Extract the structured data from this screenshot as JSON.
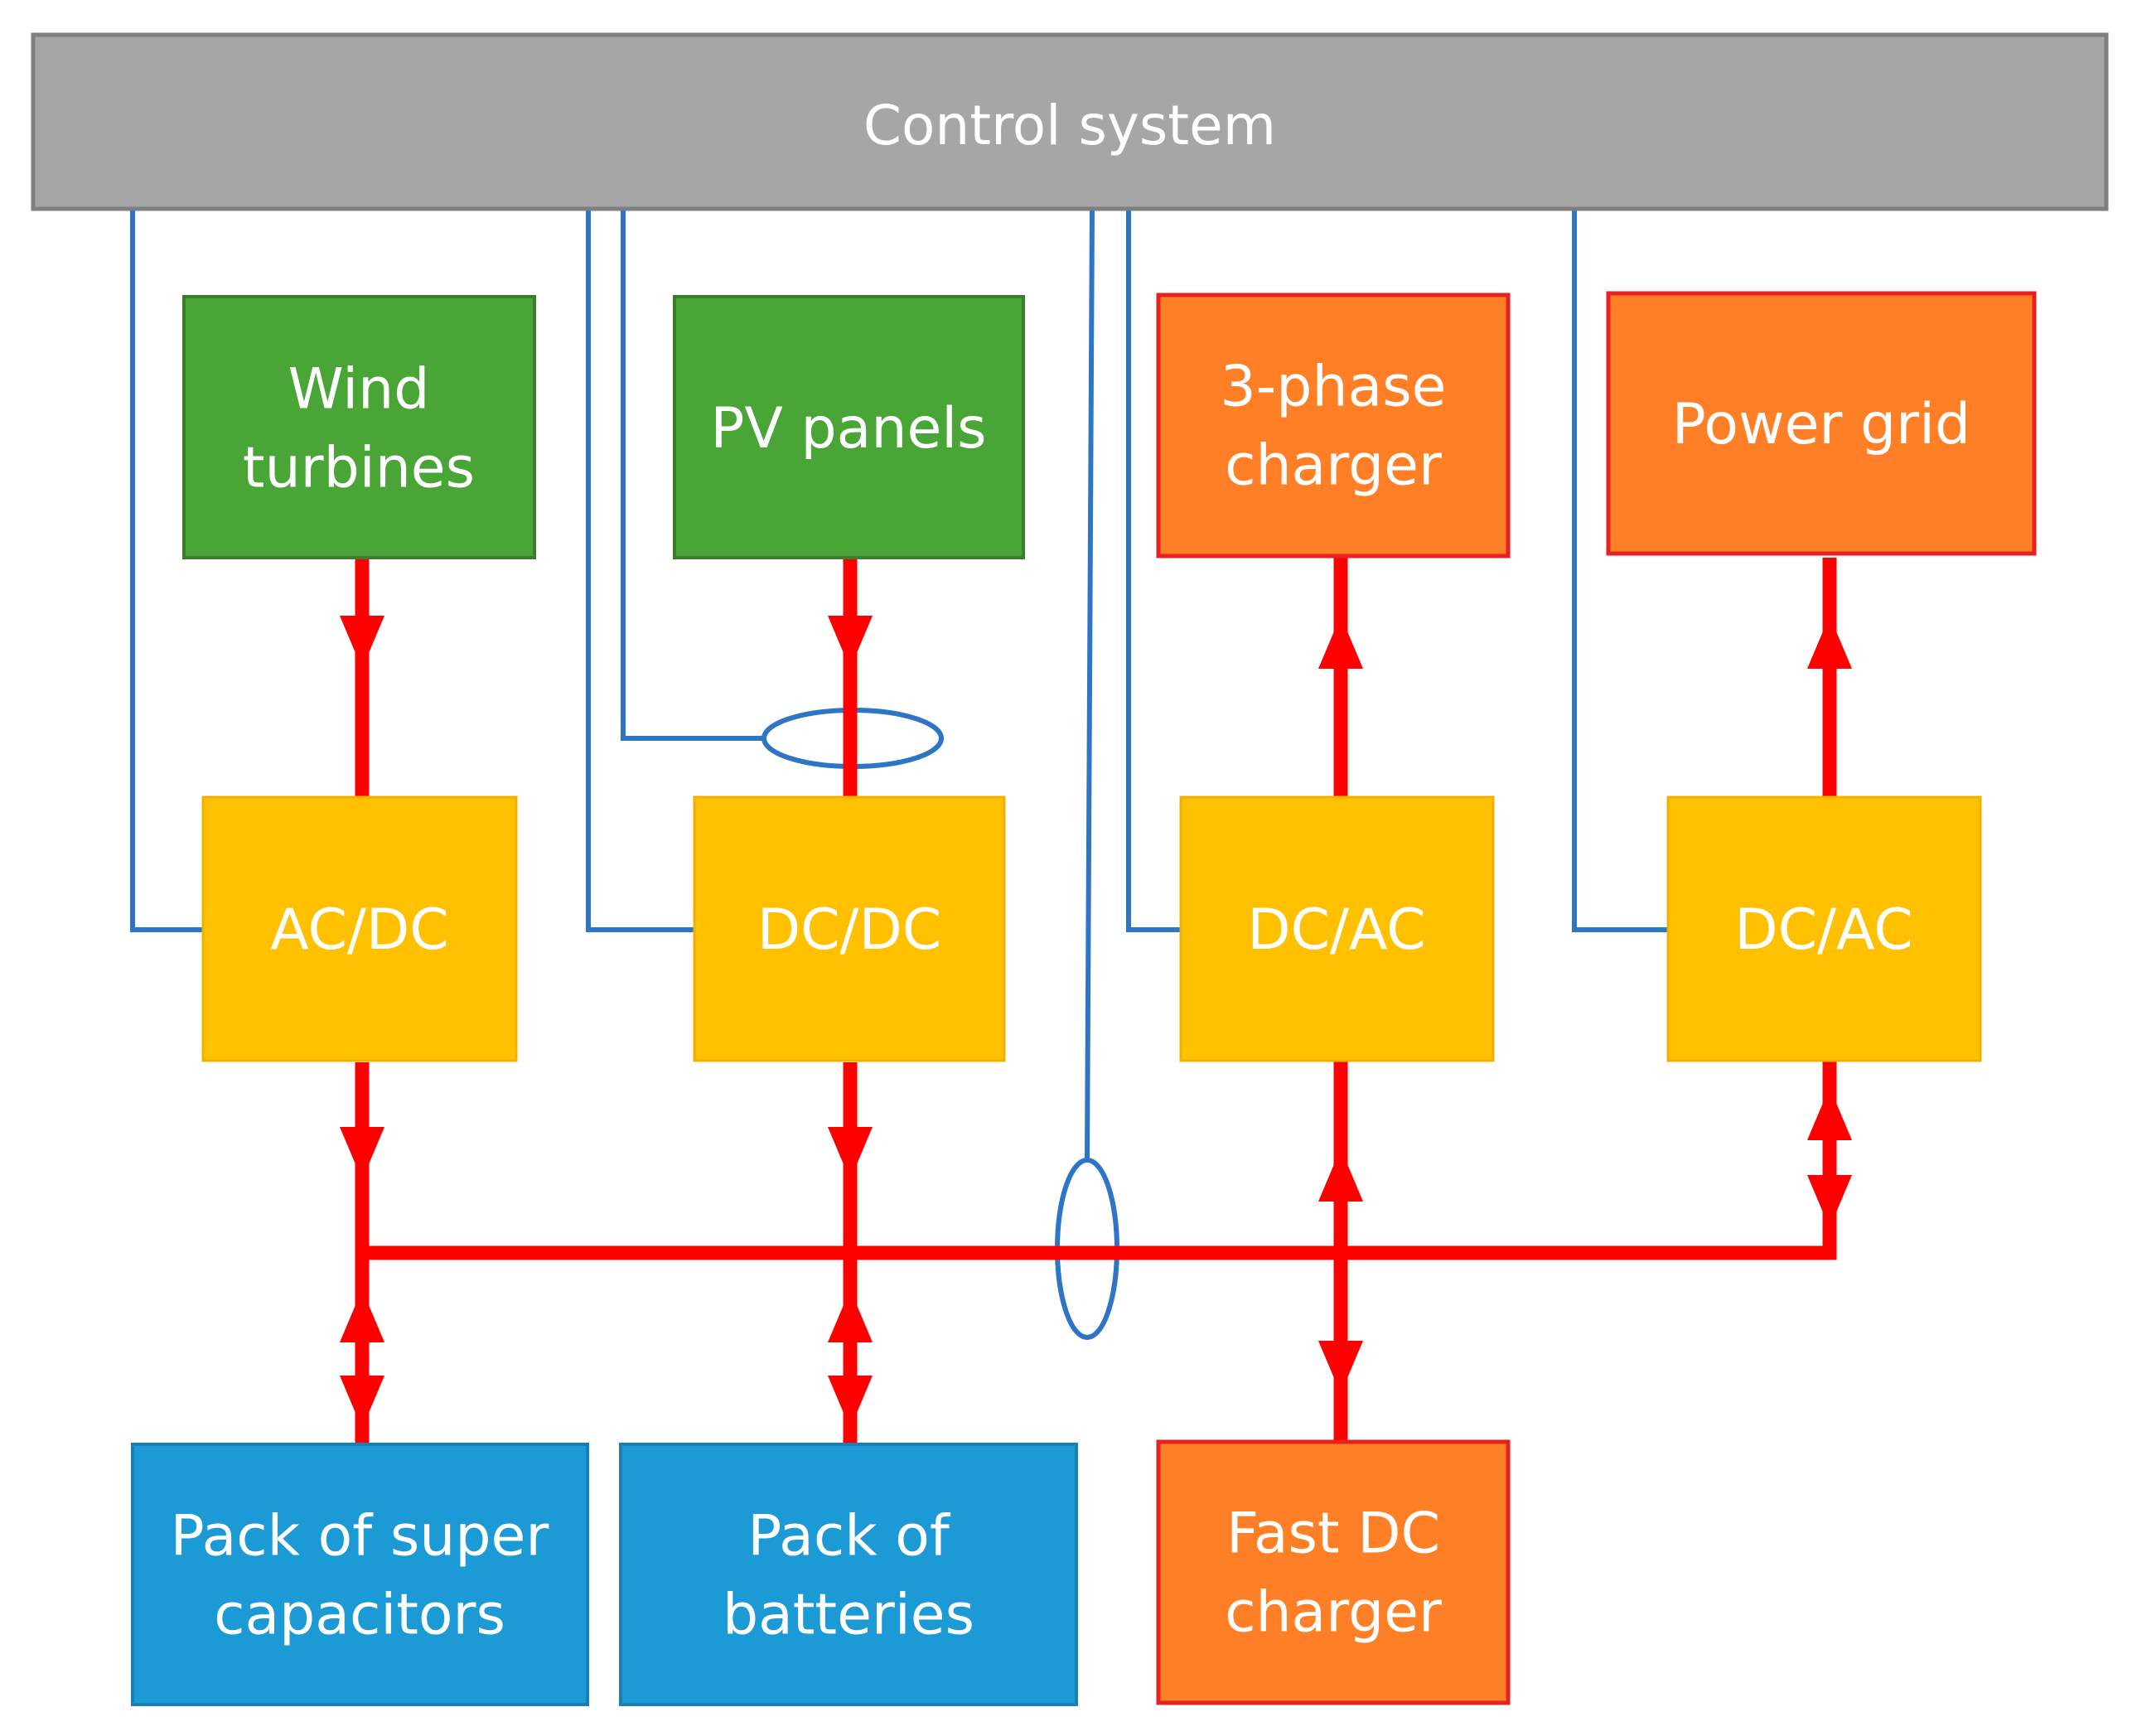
{
  "colors": {
    "control": "#a6a6a6",
    "source": "#4aa537",
    "converter": "#ffc000",
    "load": "#ff7f27",
    "storage": "#1b9ad6",
    "power_line": "#ff0000",
    "signal_line": "#2e75c6"
  },
  "blocks": {
    "control_system": [
      "Control system"
    ],
    "wind_turbines": [
      "Wind",
      "turbines"
    ],
    "pv_panels": [
      "PV panels"
    ],
    "three_phase_charger": [
      "3-phase",
      "charger"
    ],
    "power_grid": [
      "Power grid"
    ],
    "acdc": [
      "AC/DC"
    ],
    "dcdc": [
      "DC/DC"
    ],
    "dcac_charger": [
      "DC/AC"
    ],
    "dcac_grid": [
      "DC/AC"
    ],
    "supercaps": [
      "Pack of super",
      "capacitors"
    ],
    "batteries": [
      "Pack of",
      "batteries"
    ],
    "fast_dc_charger": [
      "Fast DC",
      "charger"
    ]
  }
}
